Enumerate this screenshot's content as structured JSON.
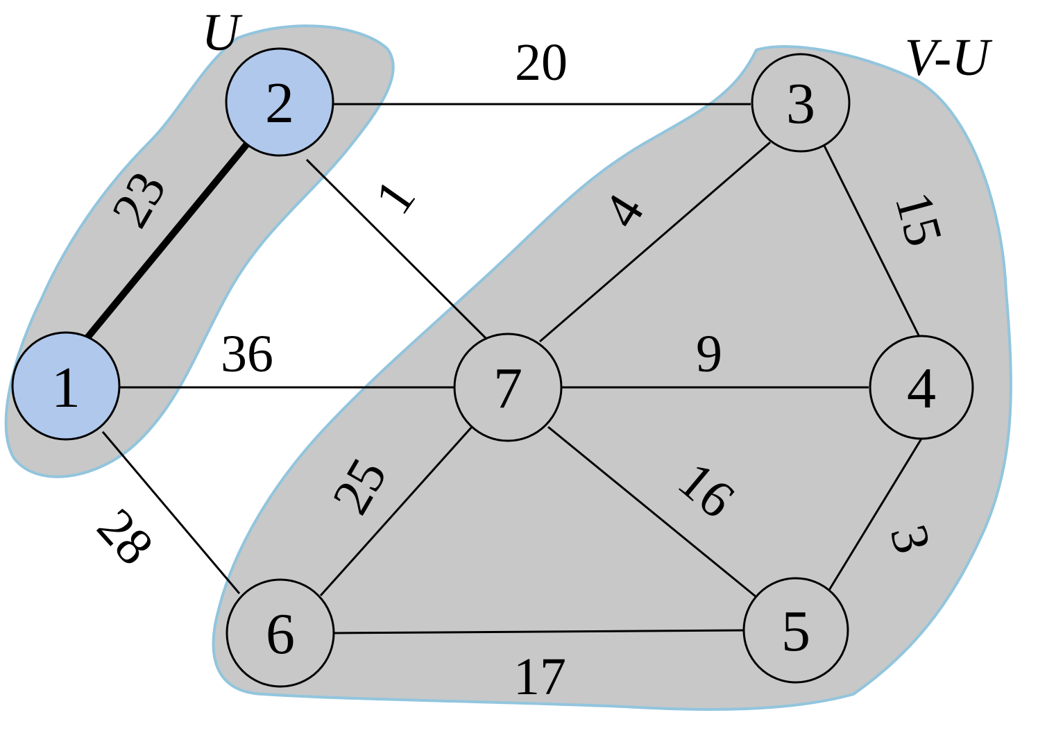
{
  "sets": {
    "u_label": "U",
    "vu_label": "V-U"
  },
  "colors": {
    "region_fill": "#c8c8c8",
    "region_stroke": "#92c5dd",
    "selected_node": "#b0c8ec",
    "unselected_node": "#c8c8c8"
  },
  "nodes": {
    "n1": "1",
    "n2": "2",
    "n3": "3",
    "n4": "4",
    "n5": "5",
    "n6": "6",
    "n7": "7"
  },
  "weights": {
    "e2_3": "20",
    "e1_2": "23",
    "e2_7": "1",
    "e3_7": "4",
    "e3_4": "15",
    "e1_7": "36",
    "e4_7": "9",
    "e6_7": "25",
    "e5_7": "16",
    "e1_6": "28",
    "e4_5": "3",
    "e5_6": "17"
  }
}
